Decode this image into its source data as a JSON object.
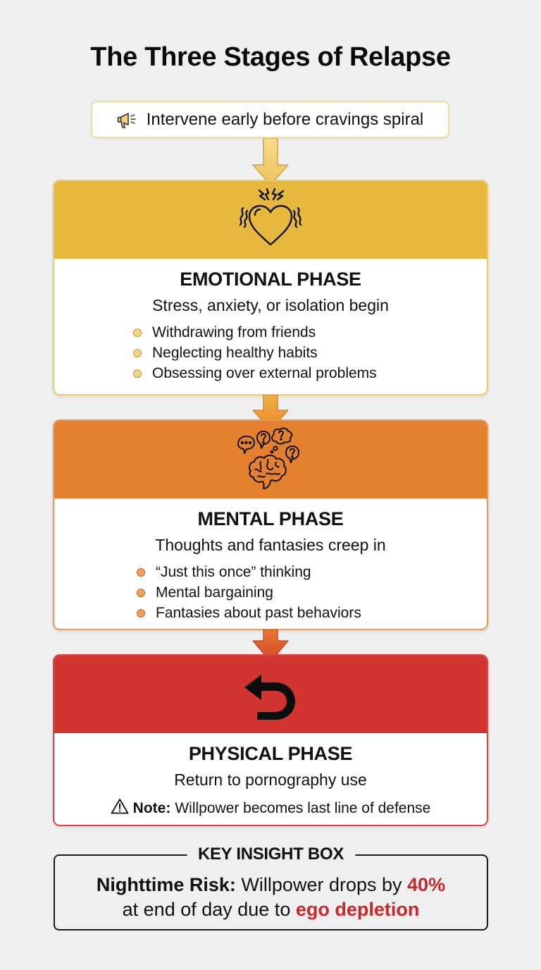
{
  "title": "The Three Stages of Relapse",
  "callout": {
    "icon": "megaphone-icon",
    "text": "Intervene early before cravings spiral"
  },
  "phases": [
    {
      "icon": "pounding-heart-icon",
      "color": "#e6b93e",
      "title": "EMOTIONAL PHASE",
      "subtitle": "Stress, anxiety, or isolation begin",
      "bullets": [
        "Withdrawing from friends",
        "Neglecting healthy habits",
        "Obsessing over external problems"
      ]
    },
    {
      "icon": "brain-with-thought-bubbles-icon",
      "color": "#e4802e",
      "title": "MENTAL PHASE",
      "subtitle": "Thoughts and fantasies creep in",
      "bullets": [
        "“Just this once” thinking",
        "Mental bargaining",
        "Fantasies about past behaviors"
      ]
    },
    {
      "icon": "u-turn-back-arrow-icon",
      "color": "#d2342f",
      "title": "PHYSICAL PHASE",
      "subtitle": "Return to pornography use",
      "note_icon": "warning-icon",
      "note_label": "Note:",
      "note_text": "Willpower becomes last line of defense"
    }
  ],
  "insight": {
    "label": "KEY INSIGHT BOX",
    "lead": "Nighttime Risk:",
    "text1": " Willpower drops by ",
    "highlight1": "40%",
    "text2": "at end of day due to ",
    "highlight2": "ego depletion",
    "highlight_color": "#c8282a"
  }
}
